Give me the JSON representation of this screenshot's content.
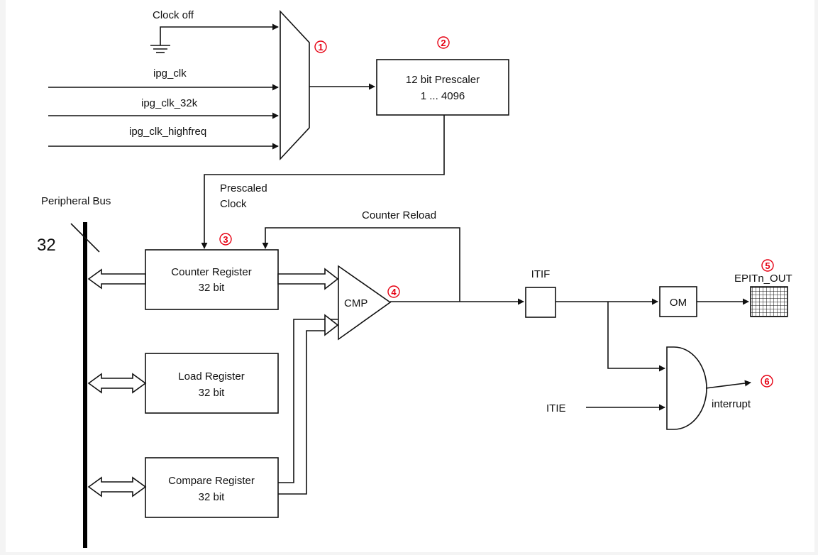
{
  "inputs": {
    "clock_off": "Clock off",
    "ipg_clk": "ipg_clk",
    "ipg_clk_32k": "ipg_clk_32k",
    "ipg_clk_highfreq": "ipg_clk_highfreq"
  },
  "prescaler": {
    "line1": "12 bit Prescaler",
    "line2": "1 ... 4096"
  },
  "prescaled_clock": {
    "line1": "Prescaled",
    "line2": "Clock"
  },
  "peripheral_bus": {
    "label": "Peripheral Bus",
    "width": "32"
  },
  "counter_reload": "Counter Reload",
  "counter_register": {
    "line1": "Counter Register",
    "line2": "32 bit"
  },
  "load_register": {
    "line1": "Load Register",
    "line2": "32 bit"
  },
  "compare_register": {
    "line1": "Compare Register",
    "line2": "32 bit"
  },
  "cmp": "CMP",
  "itif": "ITIF",
  "om": "OM",
  "epit_out": "EPITn_OUT",
  "itie": "ITIE",
  "interrupt": "interrupt",
  "markers": [
    "①",
    "②",
    "③",
    "④",
    "⑤",
    "⑥"
  ],
  "colors": {
    "marker": "#e60012",
    "line": "#111111",
    "background": "#f4f4f4"
  }
}
